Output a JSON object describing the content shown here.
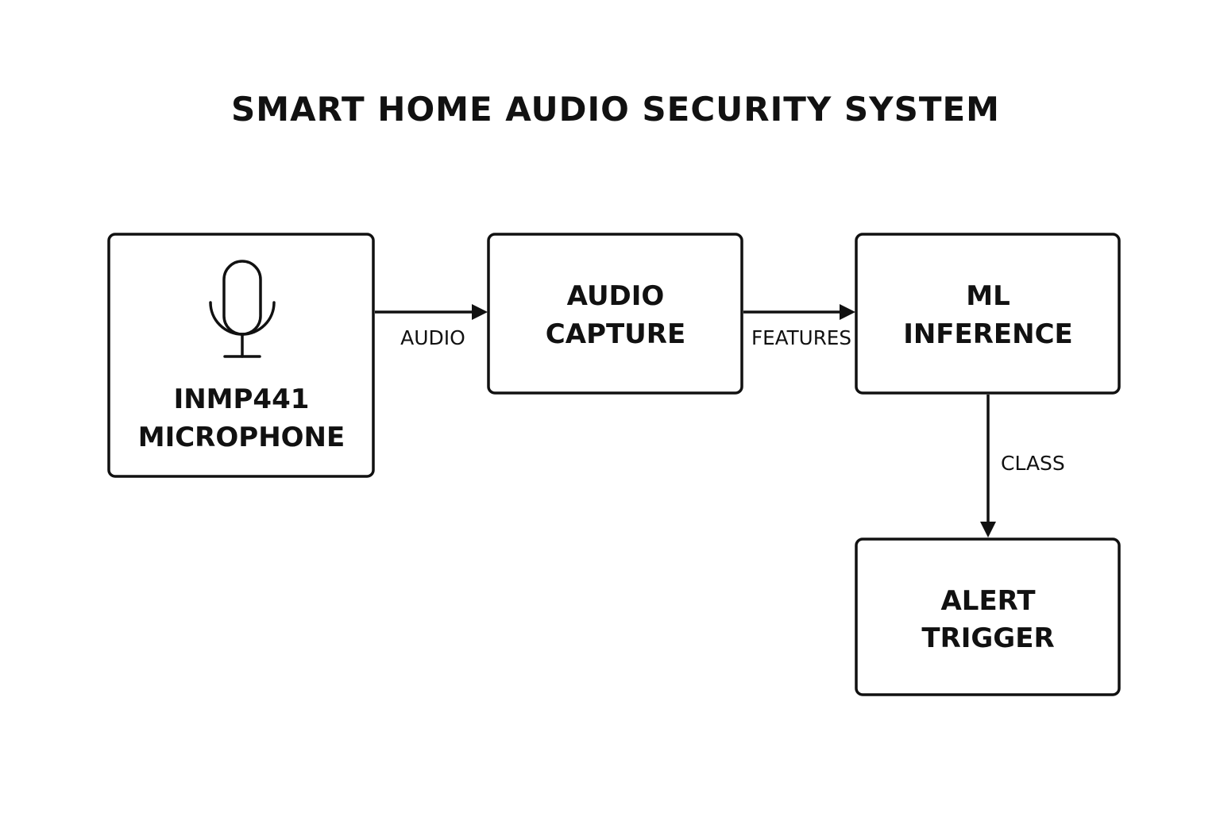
{
  "title": "SMART HOME AUDIO SECURITY SYSTEM",
  "nodes": {
    "microphone": {
      "lines": [
        "INMP441",
        "MICROPHONE"
      ],
      "icon": "microphone-icon"
    },
    "audio_capture": {
      "lines": [
        "AUDIO",
        "CAPTURE"
      ]
    },
    "ml_inference": {
      "lines": [
        "ML",
        "INFERENCE"
      ]
    },
    "alert_trigger": {
      "lines": [
        "ALERT",
        "TRIGGER"
      ]
    }
  },
  "edges": [
    {
      "from": "microphone",
      "to": "audio_capture",
      "label": "AUDIO"
    },
    {
      "from": "audio_capture",
      "to": "ml_inference",
      "label": "FEATURES"
    },
    {
      "from": "ml_inference",
      "to": "alert_trigger",
      "label": "CLASS"
    }
  ],
  "colors": {
    "background": "#ffffff",
    "stroke": "#111111",
    "text": "#111111"
  }
}
